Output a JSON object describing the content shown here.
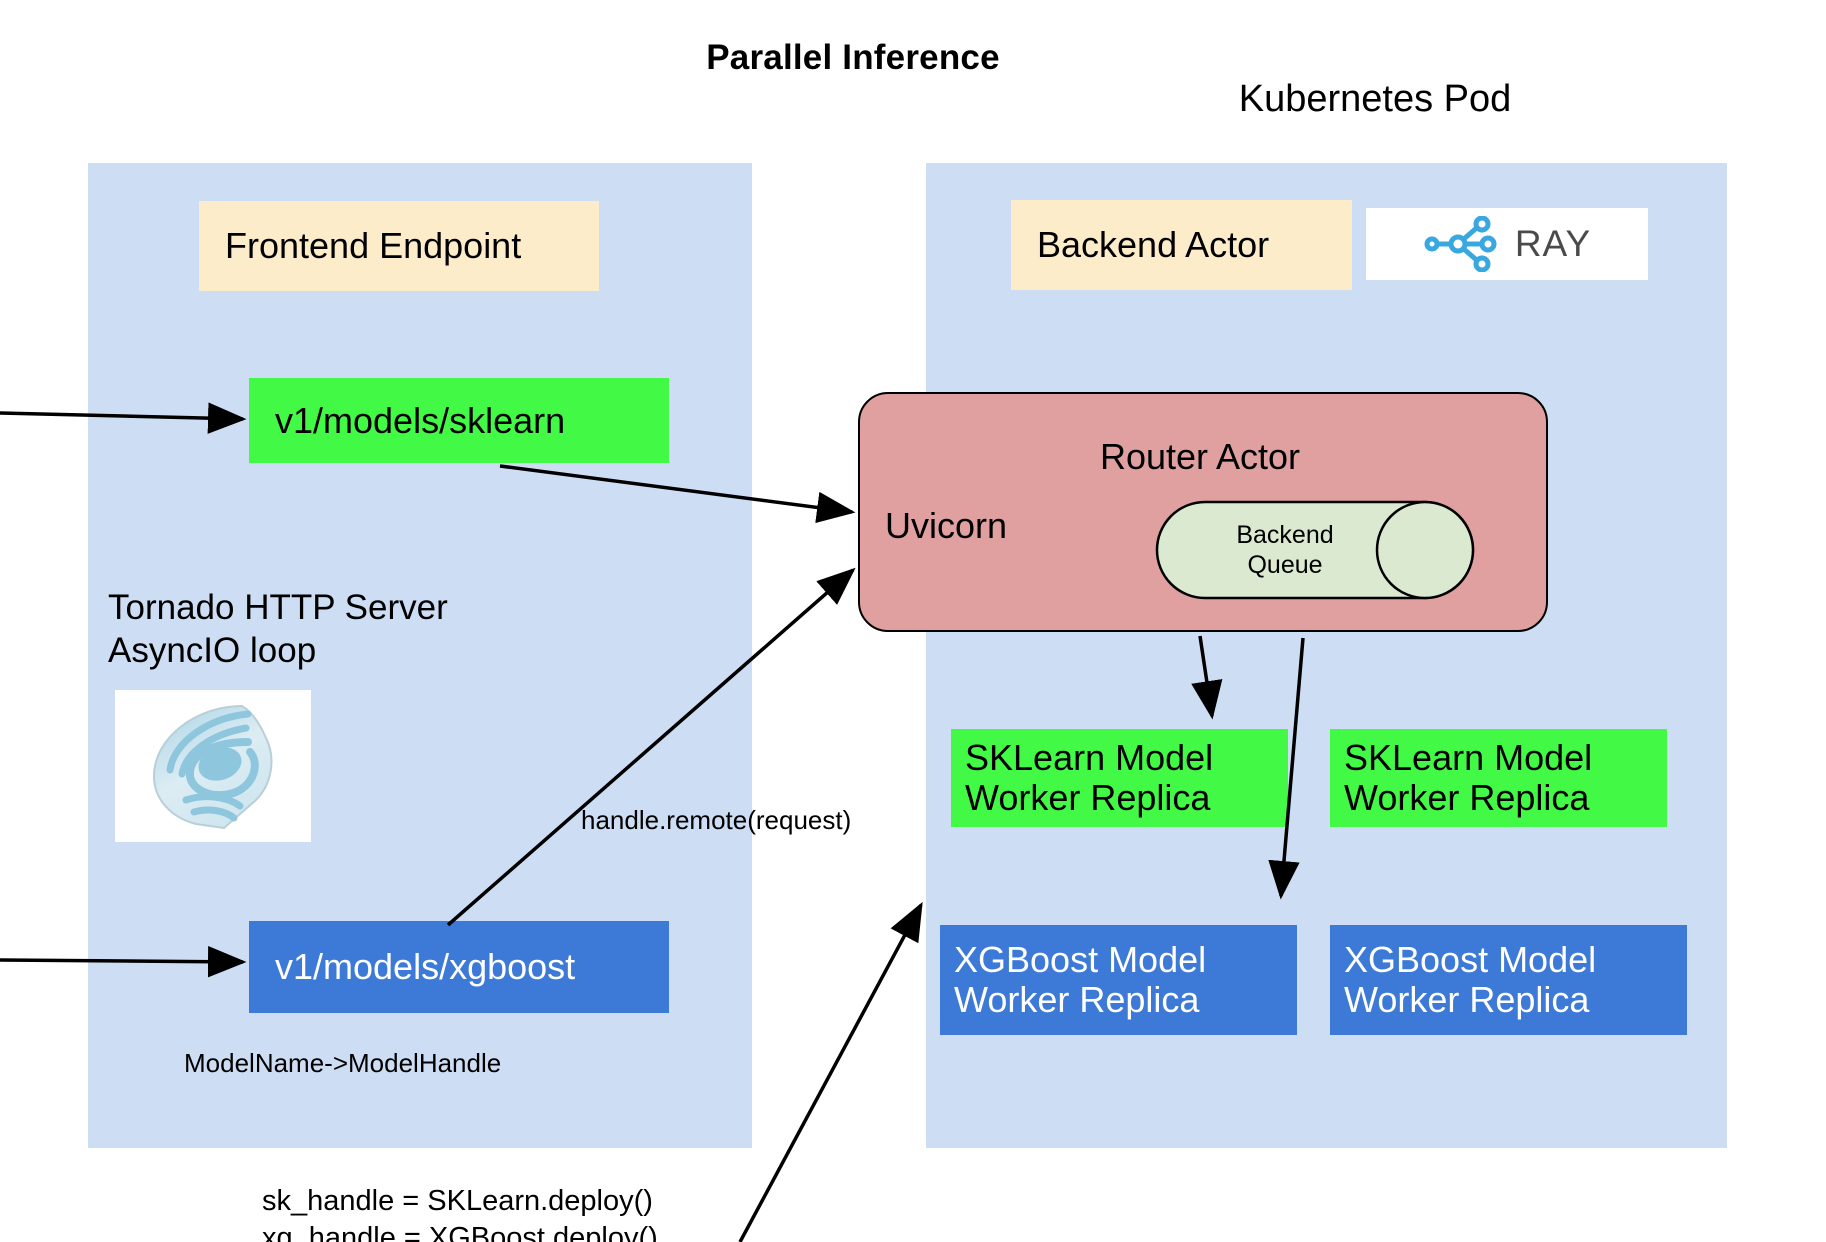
{
  "diagram": {
    "title": "Parallel Inference",
    "right_group_title": "Kubernetes Pod",
    "frontend_panel": {
      "endpoint_header": "Frontend Endpoint",
      "routes": [
        {
          "label": "v1/models/sklearn",
          "color": "#42f945"
        },
        {
          "label": "v1/models/xgboost",
          "color": "#3d7ad8"
        }
      ],
      "server_caption_line1": "Tornado HTTP Server",
      "server_caption_line2": "AsyncIO loop",
      "server_logo": "tornado-logo",
      "mapping_caption": "ModelName->ModelHandle"
    },
    "k8s_panel": {
      "backend_actor_header": "Backend Actor",
      "ray_logo": "ray-logo",
      "ray_wordmark": "RAY",
      "router": {
        "title": "Router Actor",
        "server_label": "Uvicorn",
        "queue_label_line1": "Backend",
        "queue_label_line2": "Queue"
      },
      "workers": [
        {
          "line1": "SKLearn Model",
          "line2": "Worker Replica",
          "color": "#42f945"
        },
        {
          "line1": "SKLearn Model",
          "line2": "Worker Replica",
          "color": "#42f945"
        },
        {
          "line1": "XGBoost Model",
          "line2": "Worker Replica",
          "color": "#3d7ad8"
        },
        {
          "line1": "XGBoost Model",
          "line2": "Worker Replica",
          "color": "#3d7ad8"
        }
      ]
    },
    "annotations": {
      "remote_call": "handle.remote(request)",
      "deploy_code": "sk_handle = SKLearn.deploy()\nxg_handle = XGBoost.deploy()"
    },
    "colors": {
      "panel_background": "#cdddf4",
      "header_box": "#fcecc9",
      "sklearn_green": "#42f945",
      "xgboost_blue": "#3d7ad8",
      "router_pink": "#e0a0a0",
      "queue_green": "#dbe9d0",
      "ray_blue": "#39a8e0",
      "tornado_blue": "#8ec7dd"
    }
  }
}
